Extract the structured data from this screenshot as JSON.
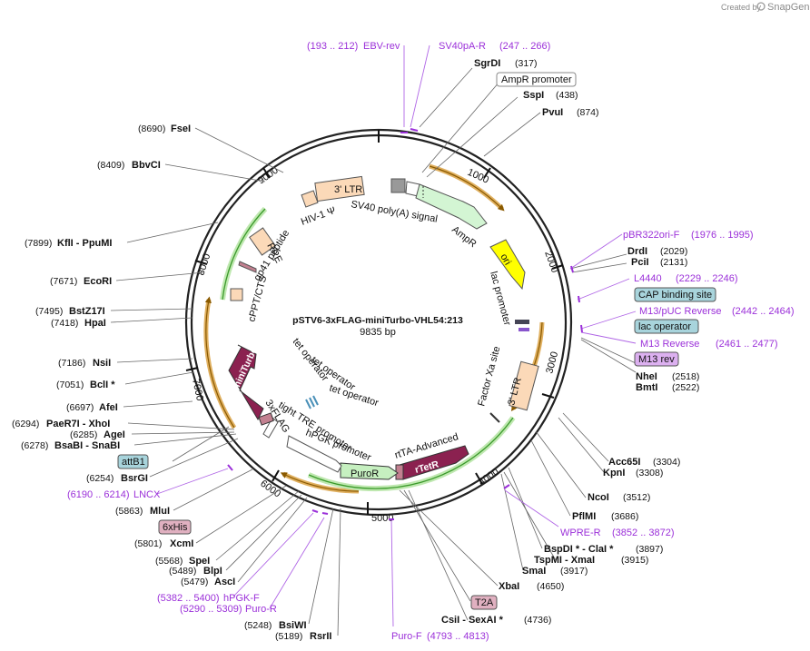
{
  "branding": {
    "created_by": "Created by",
    "brand": "SnapGene"
  },
  "map": {
    "name": "pSTV6-3xFLAG-miniTurbo-VHL54:213",
    "length_label": "9835 bp"
  },
  "ticks": [
    "1000",
    "2000",
    "3000",
    "4000",
    "5000",
    "6000",
    "7000",
    "8000",
    "9000"
  ],
  "features": {
    "ltr_top": "3' LTR",
    "ltr_right": "3' LTR",
    "hiv": "HIV-1 Ψ",
    "sv40": "SV40 poly(A) signal",
    "ampr": "AmpR",
    "ori": "ori",
    "lac_promoter": "lac promoter",
    "factor_xa": "Factor Xa site",
    "rtta": "rtTA-Advanced",
    "rtetr": "rTetR",
    "puror": "PuroR",
    "hpgk": "hPGK promoter",
    "tre": "tight TRE promoter",
    "flag": "3xFLAG",
    "miniturbo": "miniTurbo",
    "tetop1": "tet operator",
    "tetop2": "tet operator",
    "tetop3": "tet operator",
    "rre": "RRE",
    "gp41": "gp41 peptide",
    "cppt": "cPPT/CTS"
  },
  "enzymes": {
    "sgrdi": "SgrDI",
    "sgrdi_pos": "(317)",
    "sspi": "SspI",
    "sspi_pos": "(438)",
    "pvui": "PvuI",
    "pvui_pos": "(874)",
    "drdi": "DrdI",
    "drdi_pos": "(2029)",
    "pcii": "PciI",
    "pcii_pos": "(2131)",
    "nhei": "NheI",
    "nhei_pos": "(2518)",
    "bmti": "BmtI",
    "bmti_pos": "(2522)",
    "acc65i": "Acc65I",
    "acc65i_pos": "(3304)",
    "kpni": "KpnI",
    "kpni_pos": "(3308)",
    "ncoi": "NcoI",
    "ncoi_pos": "(3512)",
    "pfimi": "PflMI",
    "pfimi_pos": "(3686)",
    "bspdi": "BspDI * - ClaI *",
    "bspdi_pos": "(3897)",
    "tspmi": "TspMI - XmaI",
    "tspmi_pos": "(3915)",
    "smai": "SmaI",
    "smai_pos": "(3917)",
    "xbai": "XbaI",
    "xbai_pos": "(4650)",
    "csii": "CsiI - SexAI *",
    "csii_pos": "(4736)",
    "fsei": "FseI",
    "fsei_pos": "(8690)",
    "bbvci": "BbvCI",
    "bbvci_pos": "(8409)",
    "kfli": "KflI - PpuMI",
    "kfli_pos": "(7899)",
    "ecori": "EcoRI",
    "ecori_pos": "(7671)",
    "bstz": "BstZ17I",
    "bstz_pos": "(7495)",
    "hpai": "HpaI",
    "hpai_pos": "(7418)",
    "nsii": "NsiI",
    "nsii_pos": "(7186)",
    "bcli": "BclI *",
    "bcli_pos": "(7051)",
    "afei": "AfeI",
    "afei_pos": "(6697)",
    "paer7i": "PaeR7I - XhoI",
    "paer7i_pos": "(6294)",
    "agei": "AgeI",
    "agei_pos": "(6285)",
    "bsabi": "BsaBI - SnaBI",
    "bsabi_pos": "(6278)",
    "bsrgi": "BsrGI",
    "bsrgi_pos": "(6254)",
    "mlui": "MluI",
    "mlui_pos": "(5863)",
    "xcmi": "XcmI",
    "xcmi_pos": "(5801)",
    "spei": "SpeI",
    "spei_pos": "(5568)",
    "blpi": "BlpI",
    "blpi_pos": "(5489)",
    "asci": "AscI",
    "asci_pos": "(5479)",
    "bsiwi": "BsiWI",
    "bsiwi_pos": "(5248)",
    "rsrii": "RsrII",
    "rsrii_pos": "(5189)"
  },
  "primers": {
    "ebv": "EBV-rev",
    "ebv_pos": "(193 .. 212)",
    "sv40pa": "SV40pA-R",
    "sv40pa_pos": "(247 .. 266)",
    "pbr": "pBR322ori-F",
    "pbr_pos": "(1976 .. 1995)",
    "l4440": "L4440",
    "l4440_pos": "(2229 .. 2246)",
    "m13puc": "M13/pUC Reverse",
    "m13puc_pos": "(2442 .. 2464)",
    "m13rev": "M13 Reverse",
    "m13rev_pos": "(2461 .. 2477)",
    "wpre": "WPRE-R",
    "wpre_pos": "(3852 .. 3872)",
    "lncx": "LNCX",
    "lncx_pos": "(6190 .. 6214)",
    "hpgkf": "hPGK-F",
    "hpgkf_pos": "(5382 .. 5400)",
    "puror": "Puro-R",
    "puror_pos": "(5290 .. 5309)",
    "purof": "Puro-F",
    "purof_pos": "(4793 .. 4813)"
  },
  "boxes": {
    "ampr_promoter": "AmpR promoter",
    "cap": "CAP binding site",
    "lac_operator": "lac operator",
    "m13_rev": "M13 rev",
    "t2a": "T2A",
    "attb1": "attB1",
    "his": "6xHis"
  }
}
